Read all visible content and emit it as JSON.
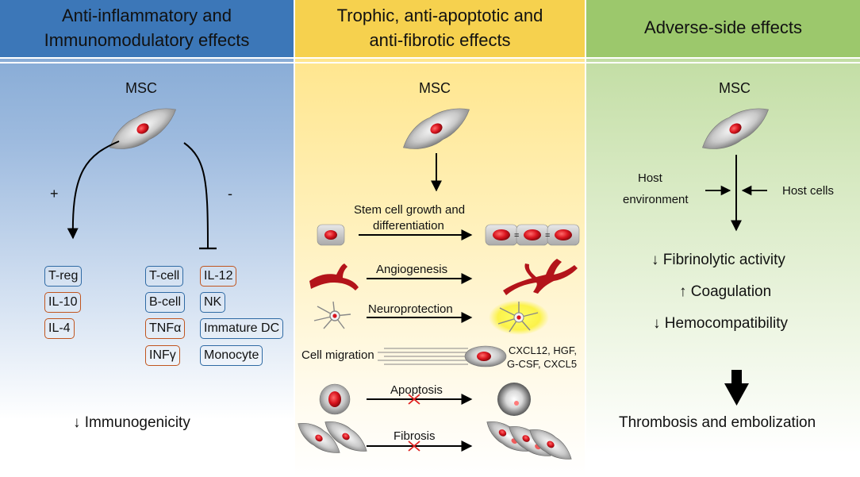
{
  "panels": {
    "left": {
      "title_line1": "Anti-inflammatory and",
      "title_line2": "Immunomodulatory effects",
      "msc": "MSC",
      "plus": "+",
      "minus": "-",
      "boxes": [
        {
          "label": "T-reg",
          "color": "blue"
        },
        {
          "label": "IL-10",
          "color": "orange"
        },
        {
          "label": "IL-4",
          "color": "orange"
        },
        {
          "label": "T-cell",
          "color": "blue"
        },
        {
          "label": "IL-12",
          "color": "orange"
        },
        {
          "label": "B-cell",
          "color": "blue"
        },
        {
          "label": "NK",
          "color": "blue"
        },
        {
          "label": "TNFα",
          "color": "orange"
        },
        {
          "label": "Immature DC",
          "color": "blue"
        },
        {
          "label": "INFγ",
          "color": "orange"
        },
        {
          "label": "Monocyte",
          "color": "blue"
        }
      ],
      "bottom": "↓ Immunogenicity"
    },
    "middle": {
      "title_line1": "Trophic, anti-apoptotic and",
      "title_line2": "anti-fibrotic effects",
      "msc": "MSC",
      "stem_line1": "Stem cell growth and",
      "stem_line2": "differentiation",
      "angiogenesis": "Angiogenesis",
      "neuroprotection": "Neuroprotection",
      "cell_migration": "Cell migration",
      "chemokines_line1": "CXCL12, HGF,",
      "chemokines_line2": "G-CSF, CXCL5",
      "apoptosis": "Apoptosis",
      "fibrosis": "Fibrosis"
    },
    "right": {
      "title": "Adverse-side effects",
      "msc": "MSC",
      "host_env_line1": "Host",
      "host_env_line2": "environment",
      "host_cells": "Host cells",
      "effect1": "↓ Fibrinolytic activity",
      "effect2": "↑ Coagulation",
      "effect3": "↓ Hemocompatibility",
      "outcome": "Thrombosis and embolization"
    }
  },
  "colors": {
    "left_header": "#3c77b8",
    "middle_header": "#f6d14e",
    "right_header": "#9cc86c",
    "box_blue": "#2f6aa4",
    "box_orange": "#c0551f",
    "nucleus": "#d9141e",
    "vessel": "#b3141a"
  }
}
